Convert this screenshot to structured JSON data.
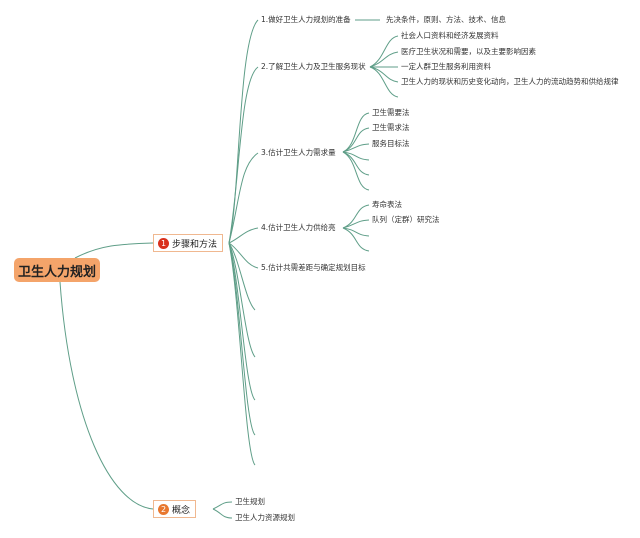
{
  "root": "卫生人力规划",
  "branches": [
    {
      "number": "1",
      "label": "步骤和方法",
      "badge_color": "#d9301c",
      "steps": [
        {
          "label": "1.做好卫生人力规划的准备",
          "children": [
            "先决条件，原则、方法、技术、信息"
          ]
        },
        {
          "label": "2.了解卫生人力及卫生服务现状",
          "children": [
            "社会人口资料和经济发展资料",
            "医疗卫生状况和需要，以及主要影响因素",
            "一定人群卫生服务利用资料",
            "卫生人力的现状和历史变化动向，卫生人力的流动趋势和供给规律"
          ]
        },
        {
          "label": "3.估计卫生人力需求量",
          "children": [
            "卫生需要法",
            "卫生需求法",
            "服务目标法"
          ]
        },
        {
          "label": "4.估计卫生人力供给亮",
          "children": [
            "寿命表法",
            "队列（定群）研究法"
          ]
        },
        {
          "label": "5.估计共需差距与确定规划目标",
          "children": []
        }
      ]
    },
    {
      "number": "2",
      "label": "概念",
      "badge_color": "#e8772e",
      "children": [
        "卫生规划",
        "卫生人力资源规划"
      ]
    }
  ],
  "colors": {
    "line": "#5f9e88",
    "root_fill": "#f4a46a",
    "node_border": "#f0b890"
  }
}
